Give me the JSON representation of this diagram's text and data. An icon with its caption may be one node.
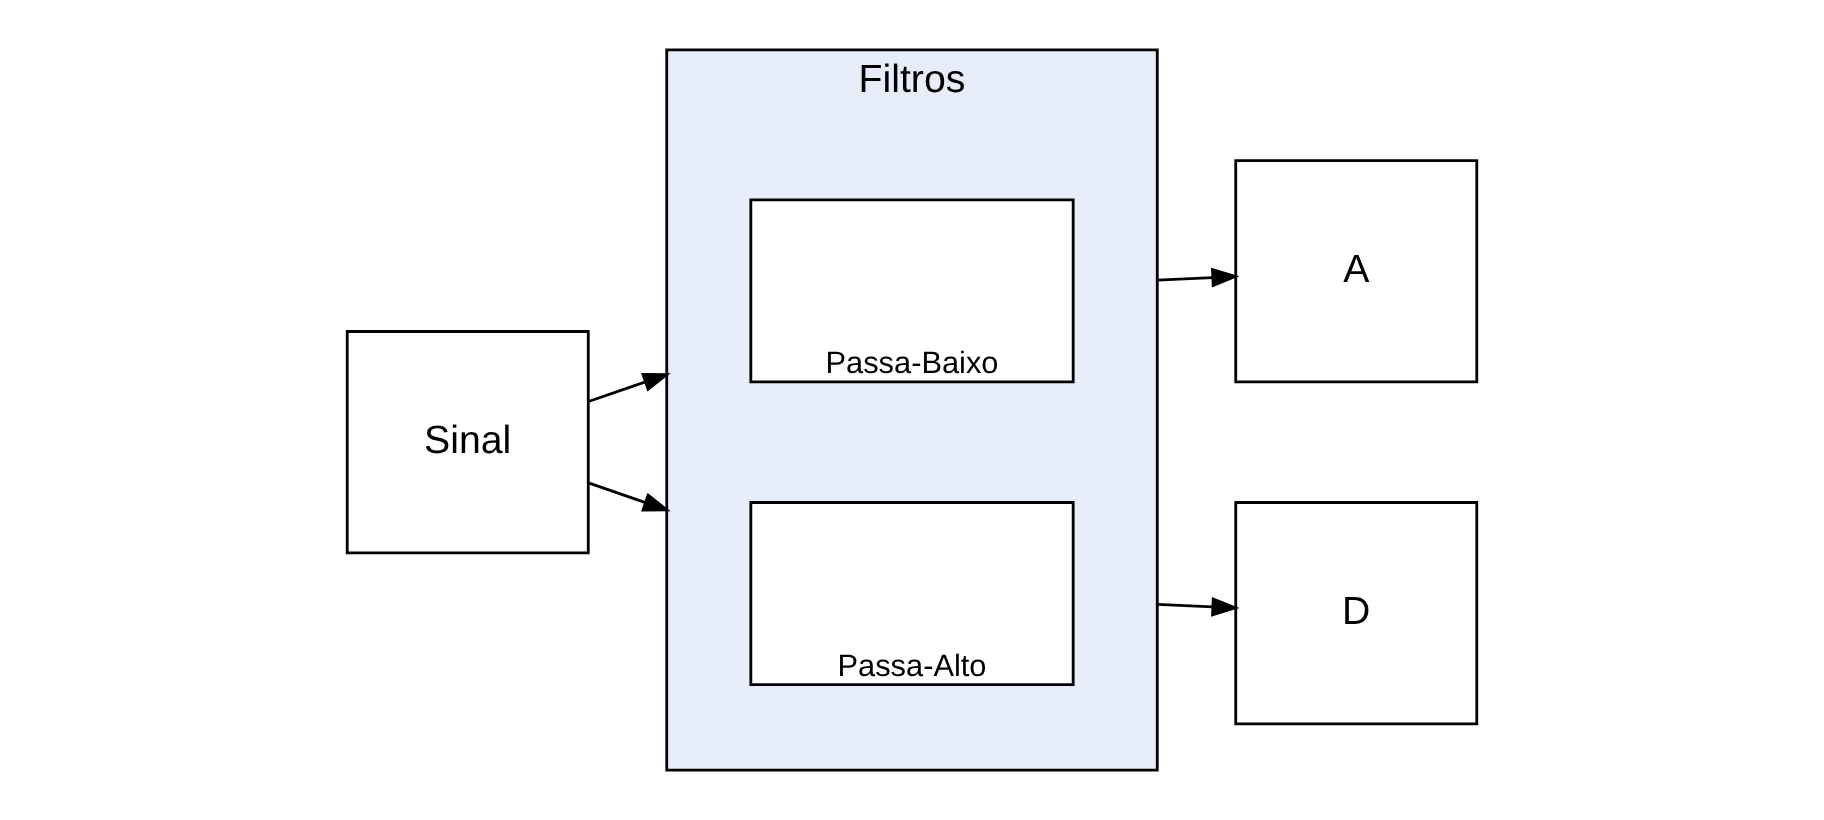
{
  "diagram": {
    "nodes": [
      {
        "text": [
          "Sinal"
        ]
      },
      {
        "text": [
          "Filtros"
        ]
      },
      {
        "text": [
          "Passa-Baixo"
        ],
        "in": 1
      },
      {
        "text": [
          "Passa-Alto"
        ],
        "in": 1
      },
      {
        "text": [
          "A"
        ]
      },
      {
        "text": [
          "D"
        ]
      }
    ],
    "edges": [
      {
        "from": 0,
        "to": 1,
        "arrow": "to"
      },
      {
        "from": 0,
        "to": 1,
        "arrow": "to"
      },
      {
        "from": 1,
        "to": 4,
        "arrow": "to"
      },
      {
        "from": 1,
        "to": 5,
        "arrow": "to"
      }
    ]
  }
}
